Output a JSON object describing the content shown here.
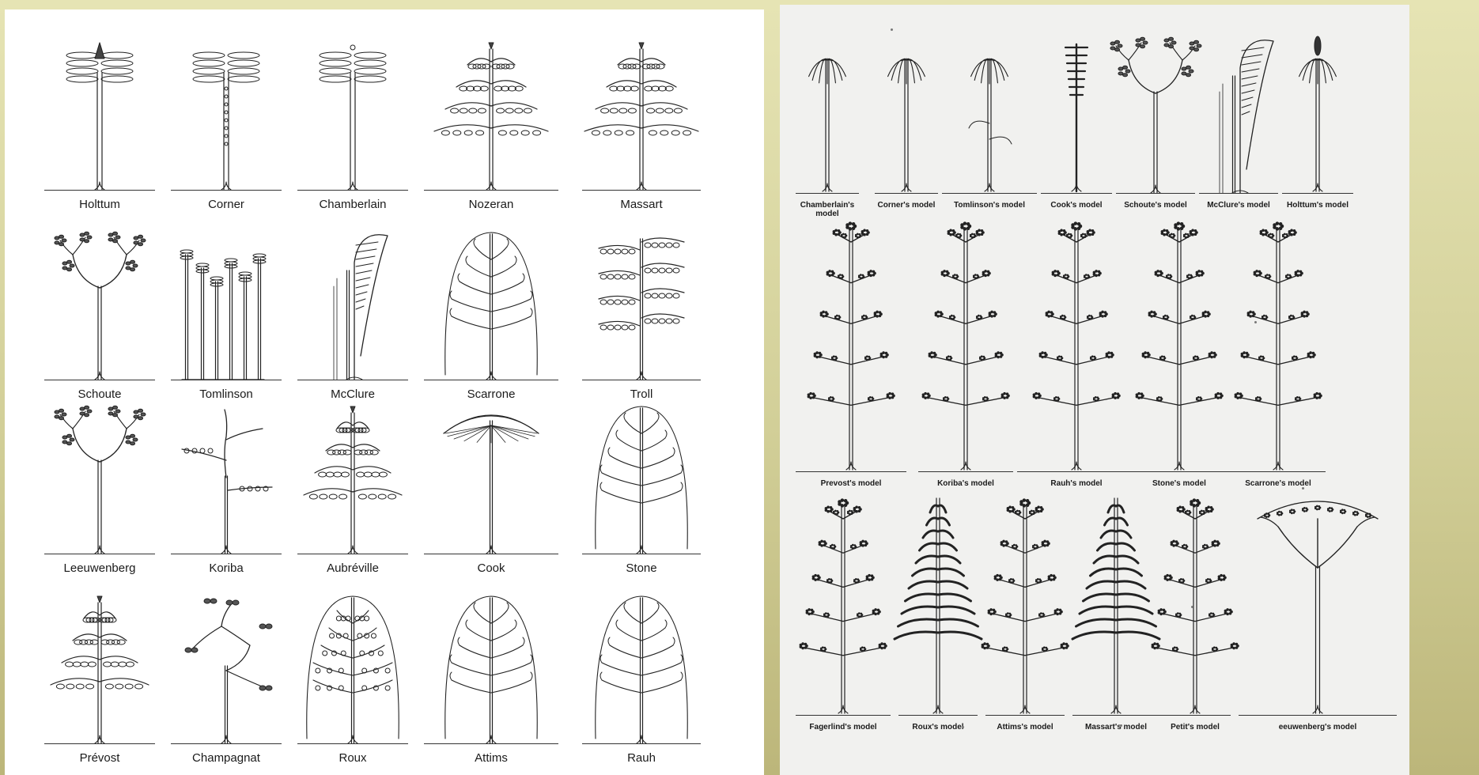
{
  "left_panel": {
    "models": [
      {
        "label": "Holttum",
        "kind": "monocaulous",
        "crown": "lobes"
      },
      {
        "label": "Corner",
        "kind": "monocaulous",
        "crown": "lobes"
      },
      {
        "label": "Chamberlain",
        "kind": "monocaulous",
        "crown": "lobes"
      },
      {
        "label": "Nozeran",
        "kind": "tiers"
      },
      {
        "label": "Massart",
        "kind": "tiers"
      },
      {
        "label": "Schoute",
        "kind": "forked"
      },
      {
        "label": "Tomlinson",
        "kind": "multistem"
      },
      {
        "label": "McClure",
        "kind": "bamboo"
      },
      {
        "label": "Scarrone",
        "kind": "envelope"
      },
      {
        "label": "Troll",
        "kind": "arching"
      },
      {
        "label": "Leeuwenberg",
        "kind": "forked"
      },
      {
        "label": "Koriba",
        "kind": "sympodial"
      },
      {
        "label": "Aubréville",
        "kind": "tiers"
      },
      {
        "label": "Cook",
        "kind": "umbrella"
      },
      {
        "label": "Stone",
        "kind": "envelope"
      },
      {
        "label": "Prévost",
        "kind": "tiers"
      },
      {
        "label": "Champagnat",
        "kind": "sympodial"
      },
      {
        "label": "Roux",
        "kind": "envelope"
      },
      {
        "label": "Attims",
        "kind": "envelope"
      },
      {
        "label": "Rauh",
        "kind": "envelope"
      }
    ]
  },
  "right_panel": {
    "models": [
      {
        "label": "Chamberlain's model",
        "kind": "palm"
      },
      {
        "label": "Corner's model",
        "kind": "palm"
      },
      {
        "label": "Tomlinson's model",
        "kind": "palm"
      },
      {
        "label": "Cook's model",
        "kind": "spike"
      },
      {
        "label": "Schoute's model",
        "kind": "forked"
      },
      {
        "label": "McClure's model",
        "kind": "bamboo"
      },
      {
        "label": "Holttum's model",
        "kind": "palm"
      },
      {
        "label": "Prevost's model",
        "kind": "tiered-tree"
      },
      {
        "label": "Koriba's model",
        "kind": "tiered-tree"
      },
      {
        "label": "Rauh's model",
        "kind": "tiered-tree"
      },
      {
        "label": "Stone's model",
        "kind": "tiered-tree"
      },
      {
        "label": "Scarrone's model",
        "kind": "tiered-tree"
      },
      {
        "label": "Fagerlind's model",
        "kind": "tiered-tree"
      },
      {
        "label": "Roux's model",
        "kind": "conifer"
      },
      {
        "label": "Attims's model",
        "kind": "tiered-tree"
      },
      {
        "label": "Massart's model",
        "kind": "conifer"
      },
      {
        "label": "Petit's model",
        "kind": "tiered-tree"
      },
      {
        "label": "eeuwenberg's model",
        "kind": "dome"
      }
    ]
  }
}
